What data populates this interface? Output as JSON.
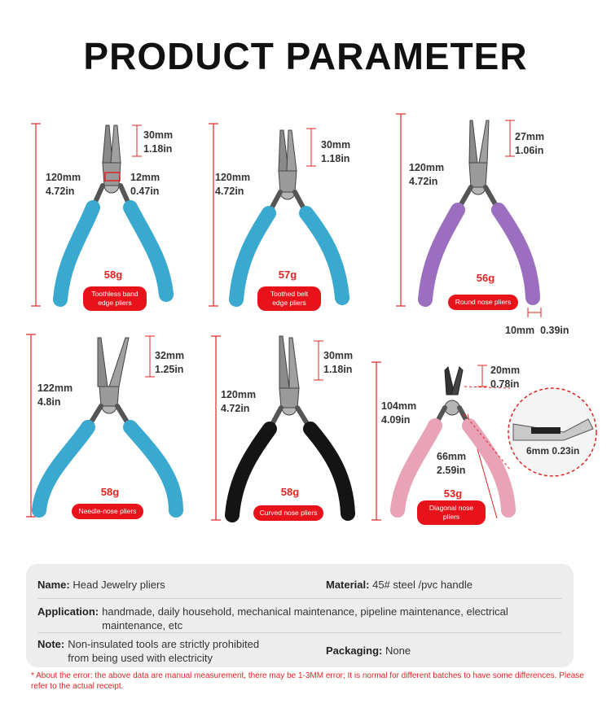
{
  "title": "PRODUCT PARAMETER",
  "colors": {
    "accent_red": "#e8131a",
    "blue_handle": "#39a9cf",
    "purple_handle": "#9c6ec0",
    "black_handle": "#141414",
    "pink_handle": "#e9a3b7"
  },
  "products": [
    {
      "name": "Toothless band edge pliers",
      "weight": "58g",
      "total": "120mm\n4.72in",
      "jaw": "30mm\n1.18in",
      "extra": "12mm\n0.47in",
      "handle_color": "blue"
    },
    {
      "name": "Toothed belt edge pliers",
      "weight": "57g",
      "total": "120mm\n4.72in",
      "jaw": "30mm\n1.18in",
      "handle_color": "blue"
    },
    {
      "name": "Round nose pliers",
      "weight": "56g",
      "total": "120mm\n4.72in",
      "jaw": "27mm\n1.06in",
      "extra": "10mm  0.39in",
      "handle_color": "purple"
    },
    {
      "name": "Needle-nose pliers",
      "weight": "58g",
      "total": "122mm\n4.8in",
      "jaw": "32mm\n1.25in",
      "handle_color": "blue"
    },
    {
      "name": "Curved nose pliers",
      "weight": "58g",
      "total": "120mm\n4.72in",
      "jaw": "30mm\n1.18in",
      "handle_color": "black"
    },
    {
      "name": "Diagonal nose pliers",
      "weight": "53g",
      "total": "104mm\n4.09in",
      "jaw": "20mm\n0.78in",
      "extra": "66mm\n2.59in",
      "zoom": "6mm  0.23in",
      "handle_color": "pink"
    }
  ],
  "specs": {
    "name_label": "Name:",
    "name_value": "Head Jewelry pliers",
    "material_label": "Material:",
    "material_value": "45# steel /pvc handle",
    "application_label": "Application:",
    "application_value": "handmade, daily household, mechanical maintenance, pipeline maintenance, electrical maintenance, etc",
    "note_label": "Note:",
    "note_value": "Non-insulated tools are strictly prohibited from being used with electricity",
    "packaging_label": "Packaging:",
    "packaging_value": "None"
  },
  "disclaimer": "* About the error: the above data are manual measurement, there may be 1-3MM error; It is normal for different batches to have some differences. Please refer to the actual receipt."
}
